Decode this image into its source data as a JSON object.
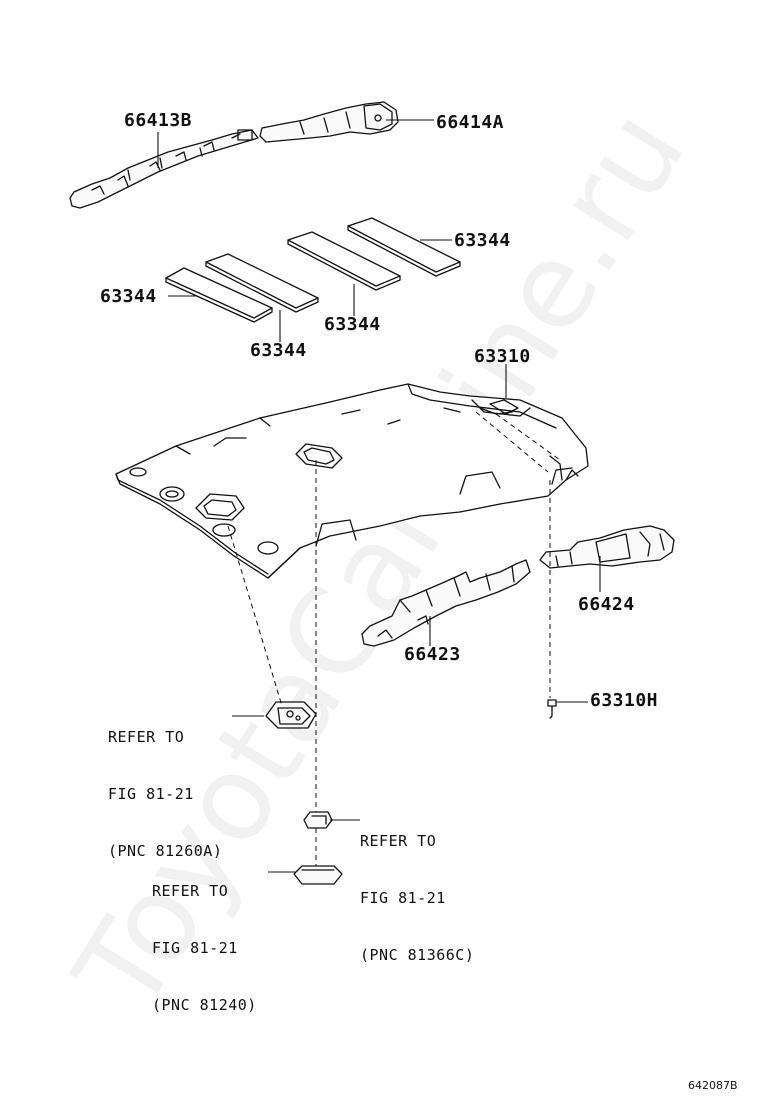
{
  "parts": {
    "p66413B": "66413B",
    "p66414A": "66414A",
    "p63344_r": "63344",
    "p63344_l": "63344",
    "p63344_m": "63344",
    "p63344_c": "63344",
    "p63310": "63310",
    "p66424": "66424",
    "p66423": "66423",
    "p63310H": "63310H"
  },
  "refs": {
    "ref1": {
      "line1": "REFER TO",
      "line2": "FIG 81-21",
      "line3": "(PNC 81260A)"
    },
    "ref2": {
      "line1": "REFER TO",
      "line2": "FIG 81-21",
      "line3": "(PNC 81366C)"
    },
    "ref3": {
      "line1": "REFER TO",
      "line2": "FIG 81-21",
      "line3": "(PNC 81240)"
    }
  },
  "figure_code": "642087B",
  "watermark": "ToyotaCarMine.ru",
  "colors": {
    "ink": "#111111",
    "background": "#ffffff"
  }
}
